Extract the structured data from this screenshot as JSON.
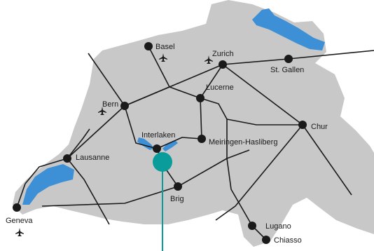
{
  "colors": {
    "background": "#ffffff",
    "country": "#c8c8c8",
    "lake": "#3d8fd6",
    "route": "#1a1a1a",
    "city": "#1a1a1a",
    "highlight": "#0a9c9a"
  },
  "cities": [
    {
      "id": "basel",
      "name": "Basel",
      "has_airport": true
    },
    {
      "id": "zurich",
      "name": "Zurich",
      "has_airport": true
    },
    {
      "id": "st-gallen",
      "name": "St. Gallen",
      "has_airport": false
    },
    {
      "id": "bern",
      "name": "Bern",
      "has_airport": true
    },
    {
      "id": "lucerne",
      "name": "Lucerne",
      "has_airport": false
    },
    {
      "id": "interlaken",
      "name": "Interlaken",
      "has_airport": false,
      "highlighted": true
    },
    {
      "id": "meiringen",
      "name": "Meiringen-Hasliberg",
      "has_airport": false
    },
    {
      "id": "chur",
      "name": "Chur",
      "has_airport": false
    },
    {
      "id": "lausanne",
      "name": "Lausanne",
      "has_airport": false
    },
    {
      "id": "brig",
      "name": "Brig",
      "has_airport": false
    },
    {
      "id": "lugano",
      "name": "Lugano",
      "has_airport": false
    },
    {
      "id": "chiasso",
      "name": "Chiasso",
      "has_airport": false
    },
    {
      "id": "geneva",
      "name": "Geneva",
      "has_airport": true
    }
  ],
  "icons": {
    "airport": "airplane-icon",
    "lake": "lake-shape"
  }
}
